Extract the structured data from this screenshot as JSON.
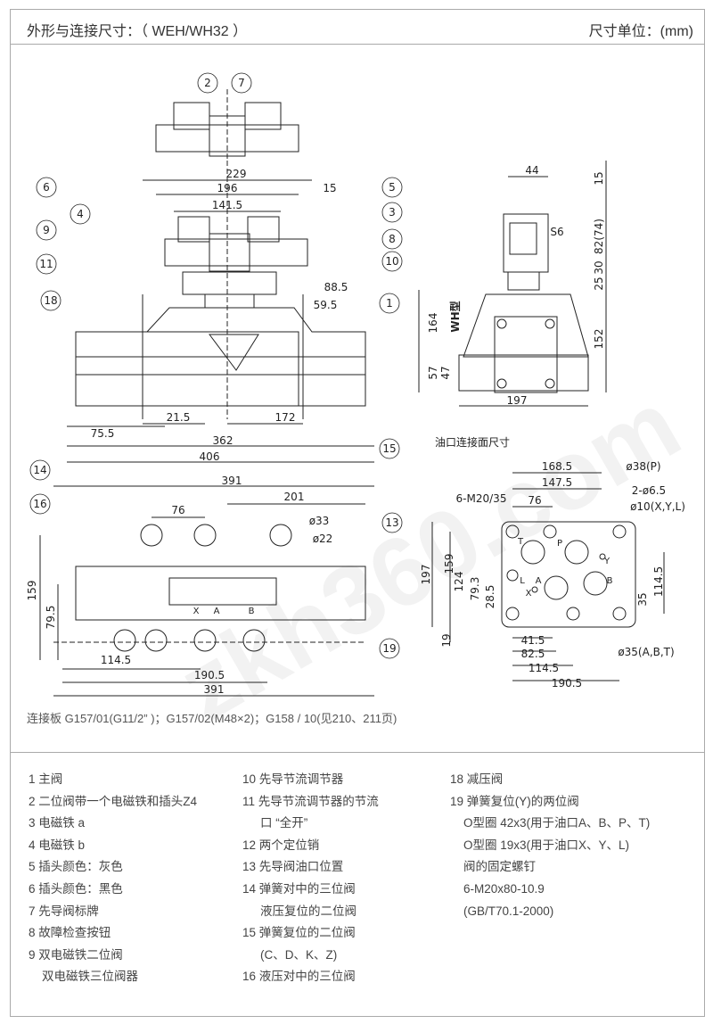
{
  "header": {
    "title": "外形与连接尺寸：（ WEH/WH32 ）",
    "unit": "尺寸单位：(mm)"
  },
  "watermark": "zkh360.com",
  "callouts": {
    "c1": "1",
    "c2": "2",
    "c3": "3",
    "c4": "4",
    "c5": "5",
    "c6": "6",
    "c7": "7",
    "c8": "8",
    "c9": "9",
    "c10": "10",
    "c11": "11",
    "c13": "13",
    "c14": "14",
    "c15": "15",
    "c16": "16",
    "c18": "18",
    "c19": "19"
  },
  "front_dims": {
    "d229": "229",
    "d196": "196",
    "d15": "15",
    "d141": "141.5",
    "d88": "88.5",
    "d59": "59.5",
    "d21": "21.5",
    "d172": "172",
    "d75": "75.5",
    "d362": "362",
    "d406": "406",
    "d391": "391"
  },
  "side_dims": {
    "d44": "44",
    "d15": "15",
    "d82": "82(74)",
    "d30": "30",
    "d25": "25",
    "d164": "164",
    "d152": "152",
    "d57": "57",
    "d47": "47",
    "d197": "197",
    "s6": "S6",
    "wh": "WH型"
  },
  "bottom_dims": {
    "d201": "201",
    "d76": "76",
    "d33": "ø33",
    "d22": "ø22",
    "d159": "159",
    "d79": "79.5",
    "d114": "114.5",
    "d190": "190.5",
    "d391": "391",
    "x": "X",
    "a": "A",
    "b": "B"
  },
  "port_face": {
    "title": "油口连接面尺寸",
    "d168": "168.5",
    "d147": "147.5",
    "m20": "6-M20/35",
    "d76": "76",
    "p38": "ø38(P)",
    "p65": "2-ø6.5",
    "p10": "ø10(X,Y,L)",
    "d197": "197",
    "d159": "159",
    "d124": "124",
    "d79": "79.3",
    "d28": "28.5",
    "d19": "19",
    "d114v": "114.5",
    "d35": "35",
    "d41": "41.5",
    "d82": "82.5",
    "d114": "114.5",
    "d190": "190.5",
    "p35": "ø35(A,B,T)",
    "T": "T",
    "P": "P",
    "L": "L",
    "A": "A",
    "B": "B",
    "X": "X",
    "Y": "Y"
  },
  "connection_plate": "连接板   G157/01(G11/2” )；G157/02(M48×2)；G158 / 10(见210、211页)",
  "legend": {
    "col1": [
      "1  主阀",
      "2  二位阀带一个电磁铁和插头Z4",
      "3  电磁铁  a",
      "4  电磁铁  b",
      "5  插头颜色：灰色",
      "6  插头颜色：黑色",
      "7  先导阀标牌",
      "8  故障检查按钮",
      "9  双电磁铁二位阀",
      "双电磁铁三位阀器"
    ],
    "col2": [
      "10 先导节流调节器",
      "11 先导节流调节器的节流",
      "口 “全开”",
      "12 两个定位销",
      "13 先导阀油口位置",
      "14 弹簧对中的三位阀",
      "液压复位的二位阀",
      "15 弹簧复位的二位阀",
      "(C、D、K、Z)",
      "16 液压对中的三位阀"
    ],
    "col3": [
      "18 减压阀",
      "19 弹簧复位(Y)的两位阀",
      "O型圈  42x3(用于油口A、B、P、T)",
      "O型圈  19x3(用于油口X、Y、L)",
      "阀的固定螺钉",
      "6-M20x80-10.9",
      "(GB/T70.1-2000)"
    ]
  }
}
